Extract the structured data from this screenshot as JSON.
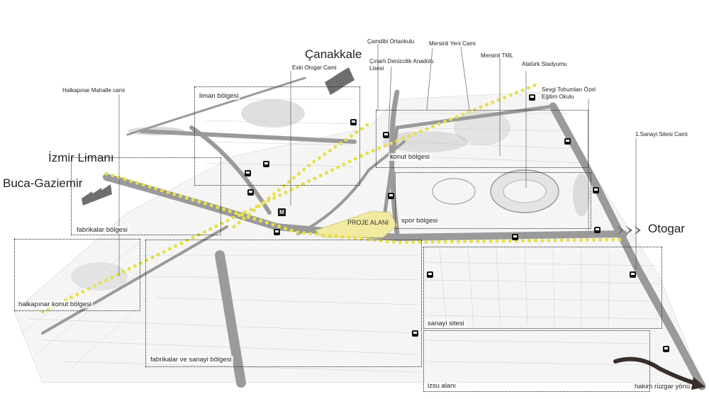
{
  "cities": {
    "canakkale": "Çanakkale",
    "izmir_limani": "İzmir Limanı",
    "buca_gaziemir": "Buca-Gaziemir",
    "otogar": "Otogar"
  },
  "landmarks": {
    "camdibi_ortaokulu": "Çamdibi Ortaokulu",
    "cinarli_lisesi_1": "Çınarlı  Denizcilik Anadolu",
    "cinarli_lisesi_2": "Lisesi",
    "mersinli_yeni_cami": "Mersinli Yeni Cami",
    "eski_otogar_cami": "Eski Otogar Cami",
    "mersinli_tml": "Mersinli  TML",
    "ataturk_stadyumu": "Atatürk Stadyumu",
    "halkapinar_mahalle_cami": "Halkapınar Mahalle cami",
    "sevgi_tohumlari_1": "Sevgi Tohumları  Özel",
    "sevgi_tohumlari_2": "Eğitim Okulu",
    "sanayi_sitesi_cami": "1.Sanayi  Sitesi Cami"
  },
  "zones": [
    {
      "id": "liman",
      "label": "liman bölgesi"
    },
    {
      "id": "konut",
      "label": "konut bölgesi"
    },
    {
      "id": "fabrikalar",
      "label": "fabrikalar bölgesi"
    },
    {
      "id": "spor",
      "label": "spor bölgesi"
    },
    {
      "id": "halkapinar",
      "label": "halkapınar konut bölgesi"
    },
    {
      "id": "fabrikalar_sanayi",
      "label": "fabrikalar ve sanayi bölgesi"
    },
    {
      "id": "sanayi_sitesi",
      "label": "sanayi sitesi"
    },
    {
      "id": "izsu",
      "label": "izsu alanı"
    }
  ],
  "project_area": "PROJE ALANI",
  "metro_symbol": "M",
  "wind_label": "hakim rüzgar yönü",
  "colors": {
    "route": "#e6e04a",
    "project": "#f2eaa0",
    "road": "#9a9a9a",
    "wind_arrow": "#3a2e2a",
    "chevron": "#6e6e6e"
  }
}
